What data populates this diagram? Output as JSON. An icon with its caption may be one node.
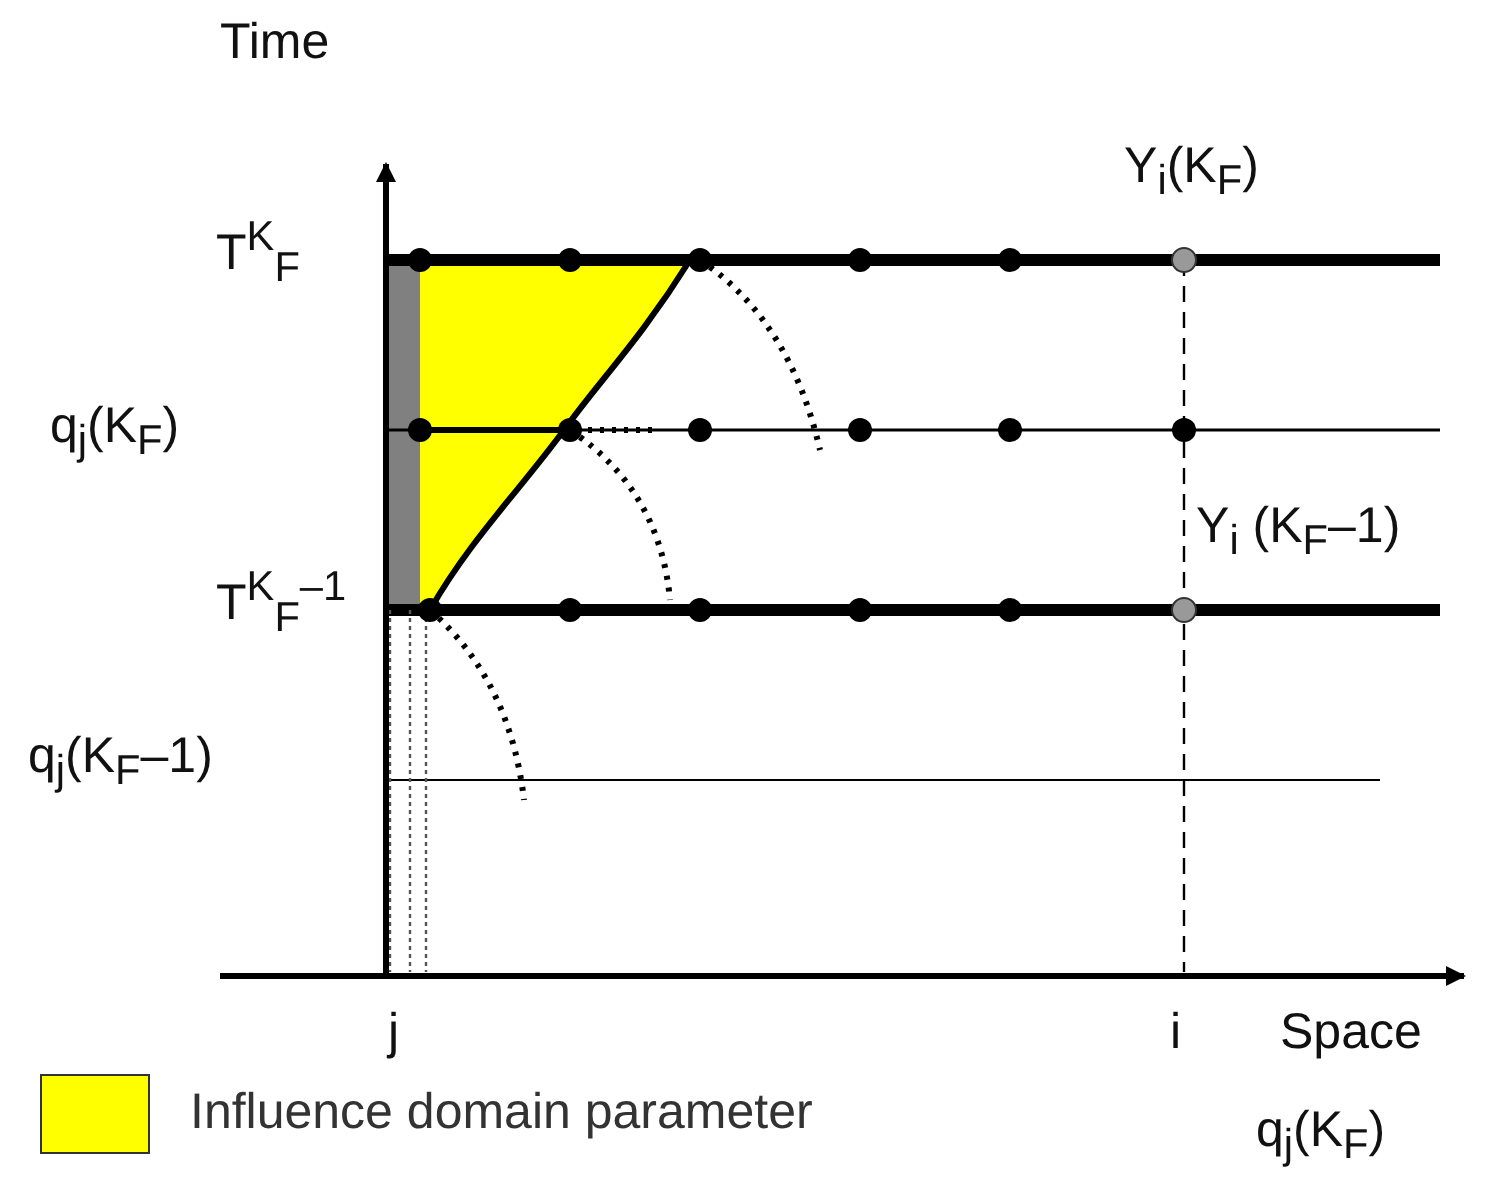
{
  "diagram": {
    "labels": [
      "Time",
      "T$^{K}$$_{F}$",
      "Y$_{i}$(K$_{F}$)",
      "q$_{j}$(K$_{F}$)",
      "Y$_{i}$ (K$_{F}$–1)",
      "T$^{K}$$_{F}$$^{–1}$",
      "q$_{j}$(K$_{F}$–1)",
      "j",
      "i",
      "Space",
      "q$_{j}$(K$_{F}$)"
    ],
    "legend": [
      {
        "text": "Influence domain parameter",
        "color": "#ffff00"
      }
    ]
  }
}
